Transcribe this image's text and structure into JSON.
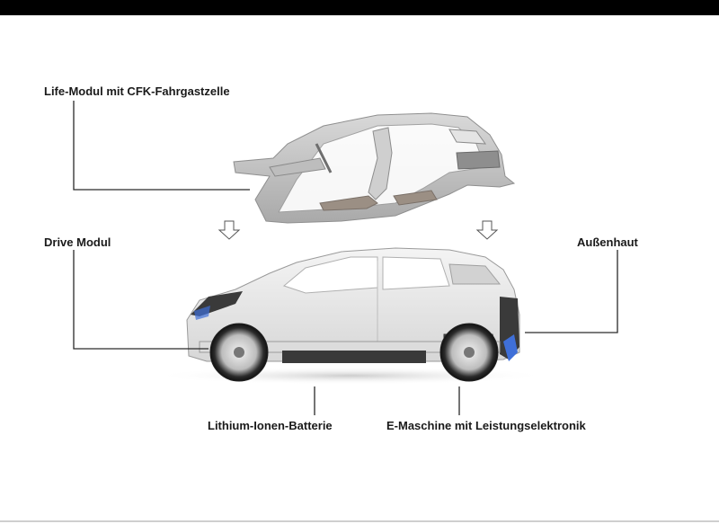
{
  "labels": {
    "life_module": "Life-Modul mit CFK-Fahrgastzelle",
    "drive_module": "Drive Modul",
    "outer_skin": "Außenhaut",
    "battery": "Lithium-Ionen-Batterie",
    "motor": "E-Maschine mit Leistungselektronik"
  },
  "colors": {
    "top_bar": "#000000",
    "leader_lines": "#2a2a2a",
    "label_text": "#1a1a1a",
    "accent_blue": "#3f6fd8"
  },
  "icons": [
    "down-arrow-icon",
    "down-arrow-icon"
  ]
}
